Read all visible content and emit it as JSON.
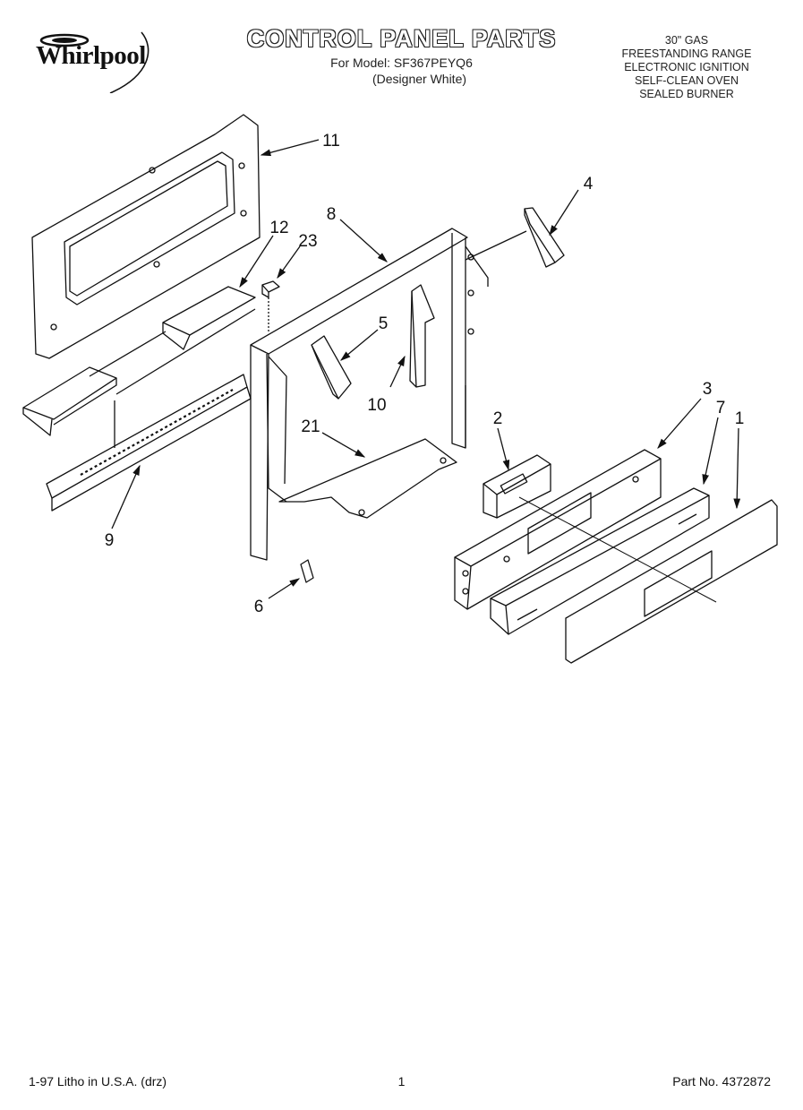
{
  "header": {
    "brand": "Whirlpool",
    "title": "CONTROL PANEL PARTS",
    "model_line": "For Model: SF367PEYQ6",
    "finish_line": "(Designer White)",
    "specs": [
      "30\" GAS",
      "FREESTANDING RANGE",
      "ELECTRONIC IGNITION",
      "SELF-CLEAN OVEN",
      "SEALED BURNER"
    ]
  },
  "diagram": {
    "callouts": [
      "11",
      "12",
      "23",
      "8",
      "4",
      "5",
      "10",
      "21",
      "9",
      "2",
      "3",
      "7",
      "1",
      "6"
    ]
  },
  "footer": {
    "left": "1-97 Litho in U.S.A. (drz)",
    "center": "1",
    "right": "Part No. 4372872"
  }
}
